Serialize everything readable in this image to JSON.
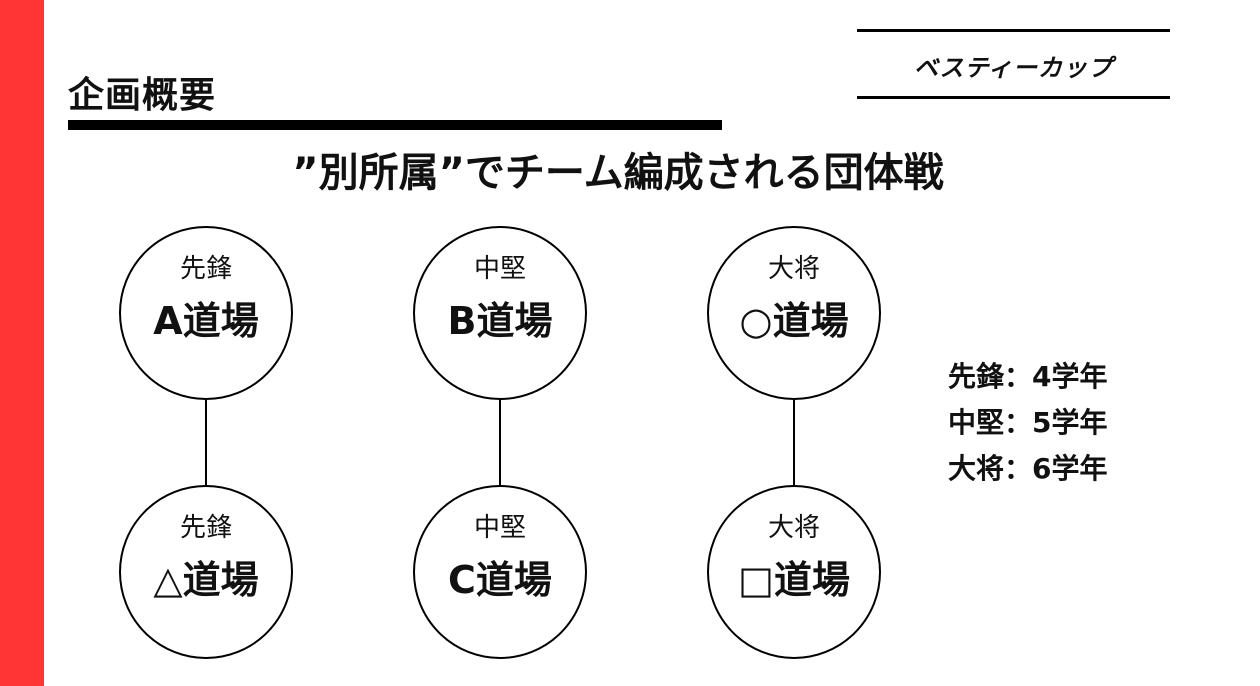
{
  "slide": {
    "heading": "企画概要",
    "logo_text": "ベスティーカップ",
    "subtitle": "”別所属”でチーム編成される団体戦",
    "teams": [
      {
        "top": {
          "position": "先鋒",
          "dojo": "A道場"
        },
        "bottom": {
          "position": "先鋒",
          "dojo": "△道場"
        }
      },
      {
        "top": {
          "position": "中堅",
          "dojo": "B道場"
        },
        "bottom": {
          "position": "中堅",
          "dojo": "C道場"
        }
      },
      {
        "top": {
          "position": "大将",
          "dojo": "○道場"
        },
        "bottom": {
          "position": "大将",
          "dojo": "□道場"
        }
      }
    ],
    "legend": [
      "先鋒：4学年",
      "中堅：5学年",
      "大将：6学年"
    ],
    "accent_color": "#ff3535"
  }
}
